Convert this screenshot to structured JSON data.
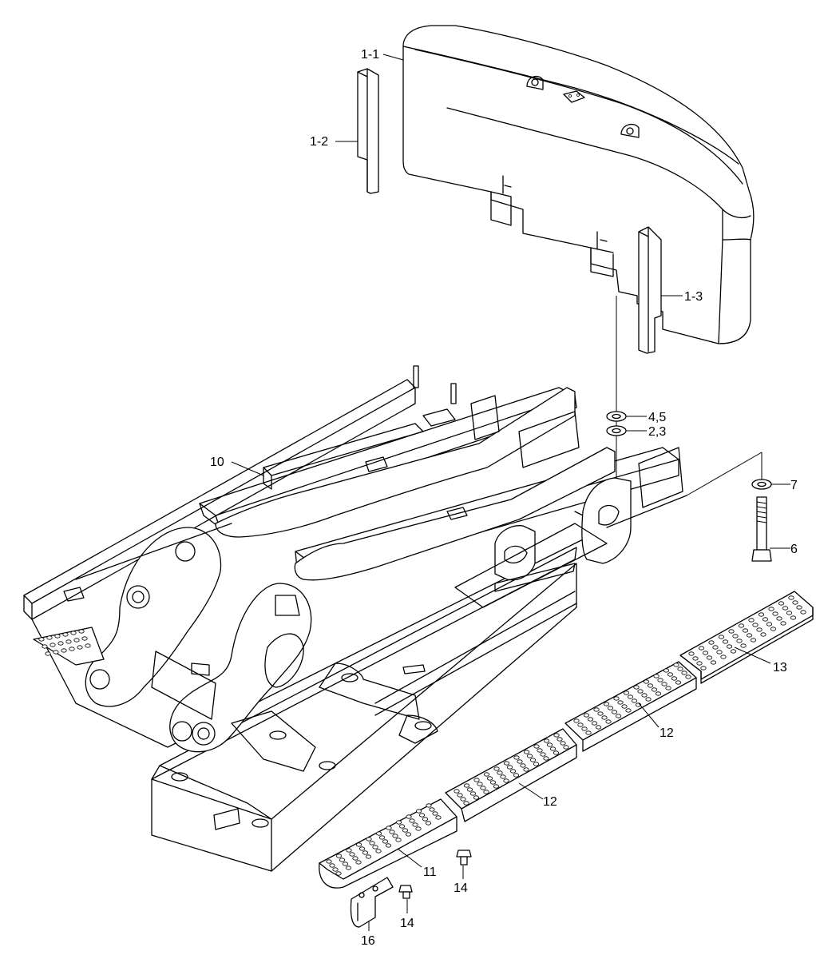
{
  "labels": {
    "l_1_1": "1-1",
    "l_1_2": "1-2",
    "l_1_3": "1-3",
    "l_4_5": "4,5",
    "l_2_3": "2,3",
    "l_7": "7",
    "l_6": "6",
    "l_10": "10",
    "l_13": "13",
    "l_12a": "12",
    "l_12b": "12",
    "l_11": "11",
    "l_14a": "14",
    "l_14b": "14",
    "l_16": "16"
  }
}
